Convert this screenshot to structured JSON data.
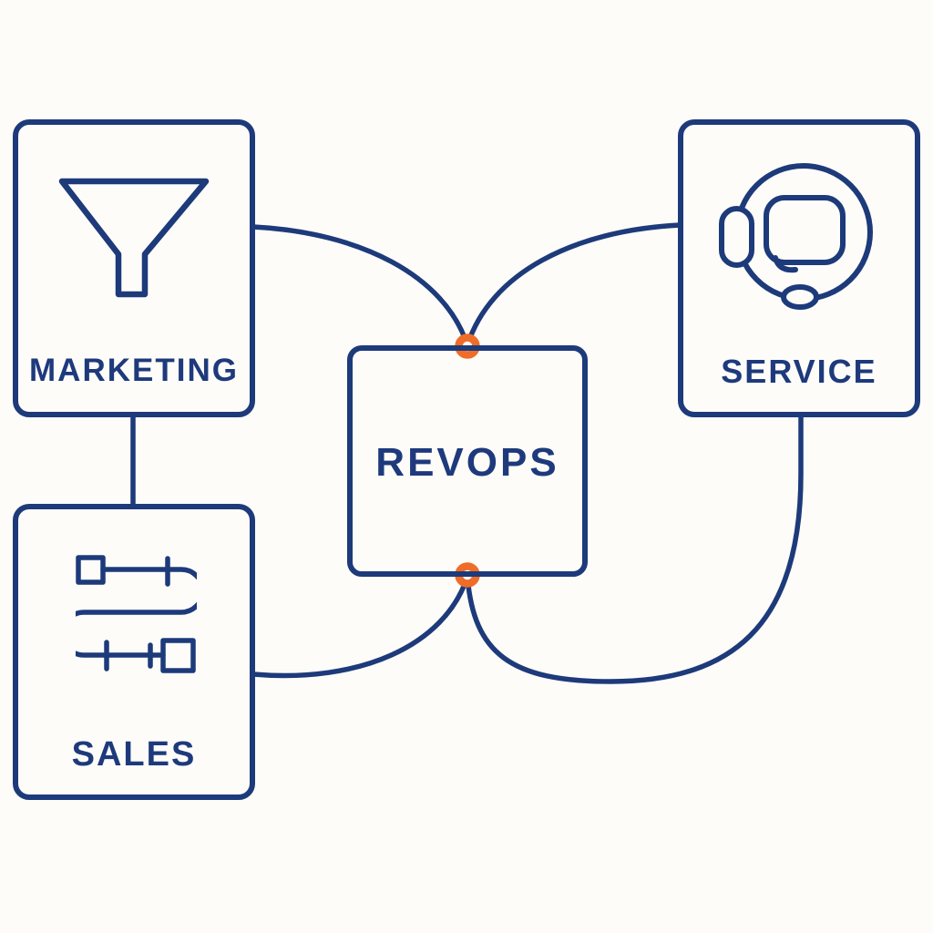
{
  "diagram": {
    "boxes": {
      "marketing": {
        "label": "MARKETING",
        "icon": "funnel-icon"
      },
      "sales": {
        "label": "SALES",
        "icon": "pipeline-icon"
      },
      "service": {
        "label": "SERVICE",
        "icon": "headset-icon"
      },
      "revops": {
        "label": "REVOPS"
      }
    },
    "connectors": [
      {
        "from": "marketing",
        "to": "revops",
        "junction": "top-node"
      },
      {
        "from": "service",
        "to": "revops",
        "junction": "top-node"
      },
      {
        "from": "revops",
        "to": "sales",
        "junction": "bottom-node"
      },
      {
        "from": "revops",
        "to": "service",
        "junction": "bottom-node"
      },
      {
        "from": "marketing",
        "to": "sales",
        "junction": "direct"
      }
    ],
    "nodes": [
      {
        "id": "top-node",
        "color": "#ef6d28"
      },
      {
        "id": "bottom-node",
        "color": "#ef6d28"
      }
    ],
    "colors": {
      "line": "#1d3a7a",
      "accent": "#ef6d28",
      "text": "#1e3a7c",
      "background": "#fdfcf9"
    }
  }
}
